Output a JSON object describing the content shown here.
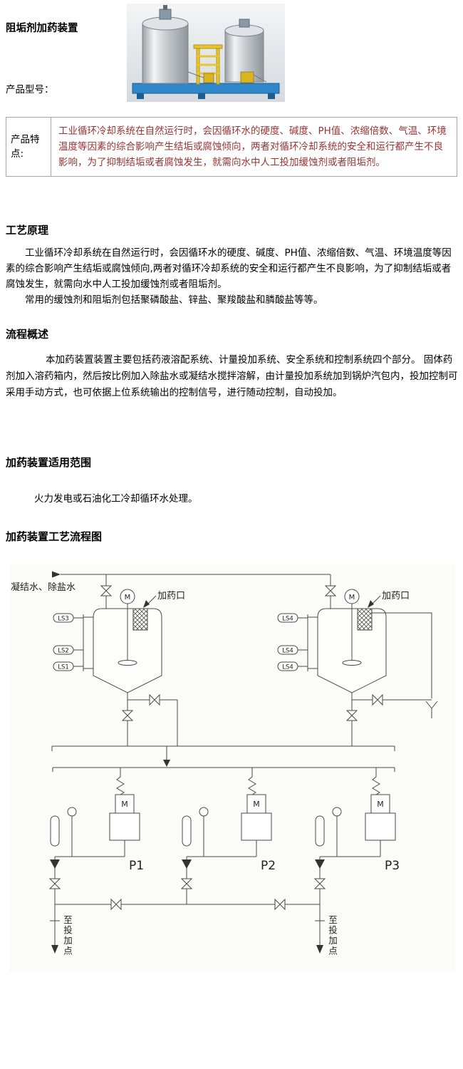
{
  "doc": {
    "title": "阻垢剂加药装置",
    "model_label": "产品型号："
  },
  "features": {
    "label": "产品特点:",
    "text": "工业循环冷却系统在自然运行时，会因循环水的硬度、碱度、PH值、浓缩倍数、气温、环境温度等因素的综合影响产生结垢或腐蚀倾向，两者对循环冷却系统的安全和运行都产生不良影响，为了抑制结垢或者腐蚀发生，就需向水中人工投加缓蚀剂或者阻垢剂。"
  },
  "principle": {
    "heading": "工艺原理",
    "para1": "工业循环冷却系统在自然运行时，会因循环水的硬度、碱度、PH值、浓缩倍数、气温、环境温度等因素的综合影响产生结垢或腐蚀倾向,两者对循环冷却系统的安全和运行都产生不良影响，为了抑制结垢或者腐蚀发生，就需向水中人工投加缓蚀剂或者阻垢剂。",
    "para2": "常用的缓蚀剂和阻垢剂包括聚磷酸盐、锌盐、聚羧酸盐和膦酸盐等等。"
  },
  "process": {
    "heading": "流程概述",
    "para": "本加药装置装置主要包括药液溶配系统、计量投加系统、安全系统和控制系统四个部分。  固体药剂加入溶药箱内，然后按比例加入除盐水或凝结水搅拌溶解，由计量投加系统加到锅炉汽包内，投加控制可采用手动方式，也可依据上位系统输出的控制信号，进行随动控制，自动投加。"
  },
  "scope": {
    "heading": "加药装置适用范围",
    "para": "火力发电或石油化工冷却循环水处理。"
  },
  "flowchart": {
    "heading": "加药装置工艺流程图",
    "labels": {
      "feed": "凝结水、除盐水",
      "dose_left": "加药口",
      "dose_right": "加药口",
      "motor_left": "M",
      "motor_right": "M",
      "pump_motor": "M",
      "ls_left": [
        "LS3",
        "LS2",
        "LS1"
      ],
      "ls_right": [
        "LS4",
        "LS4",
        "LS4"
      ],
      "p1": "P1",
      "p2": "P2",
      "p3": "P3",
      "out_left": "至投加点",
      "out_right": "至投加点"
    }
  },
  "colors": {
    "feature_text": "#993333",
    "table_border": "#a6a6a6",
    "diagram_stroke": "#4a4a4a",
    "photo_blue": "#2f86c8",
    "photo_yellow": "#e8c431"
  }
}
